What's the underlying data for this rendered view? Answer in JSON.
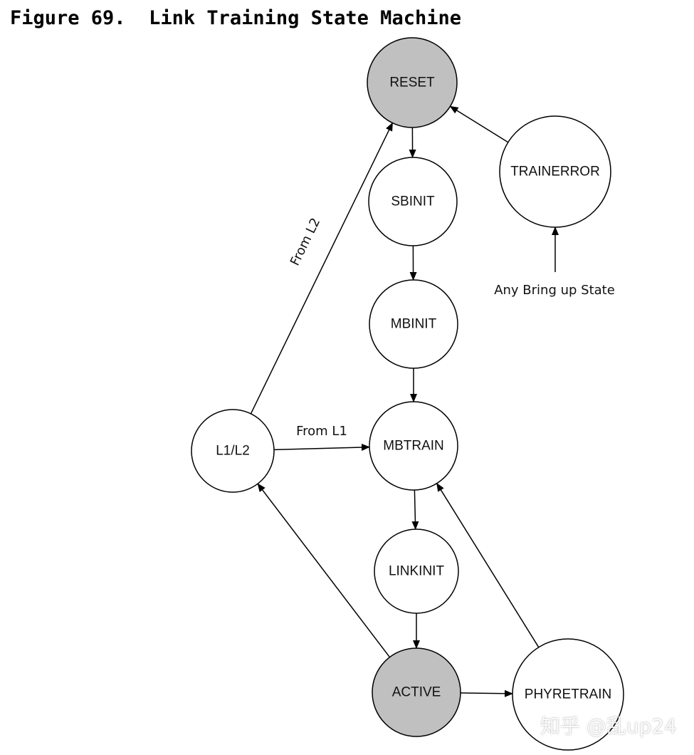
{
  "figure": {
    "number": "Figure 69.",
    "title": "Link Training State Machine"
  },
  "colors": {
    "active_fill": "#c0c0c0",
    "default_fill": "#ffffff",
    "stroke": "#000000"
  },
  "nodes": [
    {
      "id": "reset",
      "label": "RESET",
      "shaded": true
    },
    {
      "id": "sbinit",
      "label": "SBINIT",
      "shaded": false
    },
    {
      "id": "mbinit",
      "label": "MBINIT",
      "shaded": false
    },
    {
      "id": "mbtrain",
      "label": "MBTRAIN",
      "shaded": false
    },
    {
      "id": "linkinit",
      "label": "LINKINIT",
      "shaded": false
    },
    {
      "id": "active",
      "label": "ACTIVE",
      "shaded": true
    },
    {
      "id": "phyretrain",
      "label": "PHYRETRAIN",
      "shaded": false
    },
    {
      "id": "trainerror",
      "label": "TRAINERROR",
      "shaded": false
    },
    {
      "id": "l1l2",
      "label": "L1/L2",
      "shaded": false
    }
  ],
  "edges": [
    {
      "from": "reset",
      "to": "sbinit",
      "label": ""
    },
    {
      "from": "sbinit",
      "to": "mbinit",
      "label": ""
    },
    {
      "from": "mbinit",
      "to": "mbtrain",
      "label": ""
    },
    {
      "from": "mbtrain",
      "to": "linkinit",
      "label": ""
    },
    {
      "from": "linkinit",
      "to": "active",
      "label": ""
    },
    {
      "from": "active",
      "to": "phyretrain",
      "label": ""
    },
    {
      "from": "phyretrain",
      "to": "mbtrain",
      "label": ""
    },
    {
      "from": "active",
      "to": "l1l2",
      "label": ""
    },
    {
      "from": "l1l2",
      "to": "mbtrain",
      "label": "From L1"
    },
    {
      "from": "l1l2",
      "to": "reset",
      "label": "From L2"
    },
    {
      "from": "trainerror",
      "to": "reset",
      "label": ""
    },
    {
      "from": "any-bringup",
      "to": "trainerror",
      "label": ""
    }
  ],
  "annotations": {
    "any_bringup": "Any Bring up State"
  },
  "watermark": "知乎 @乱up24"
}
